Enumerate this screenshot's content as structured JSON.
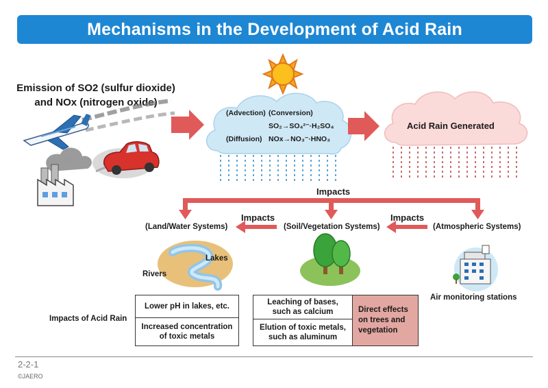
{
  "title": "Mechanisms in the Development of Acid Rain",
  "emission": {
    "line1": "Emission of SO2 (sulfur dioxide)",
    "line2": "and NOx (nitrogen oxide)"
  },
  "cloud": {
    "advection": "(Advection)",
    "conversion": "(Conversion)",
    "so_formula": "SO₂→SO₄²⁻·H₂SO₄",
    "diffusion": "(Diffusion)",
    "nox_formula": "NOx→NO₃⁻·HNO₃"
  },
  "acid_cloud_label": "Acid Rain Generated",
  "impacts_top": "Impacts",
  "impacts_left": "Impacts",
  "impacts_right": "Impacts",
  "systems": {
    "land": "(Land/Water Systems)",
    "soil": "(Soil/Vegetation Systems)",
    "atmo": "(Atmospheric Systems)"
  },
  "landscape": {
    "lakes": "Lakes",
    "rivers": "Rivers"
  },
  "air_monitoring": "Air monitoring stations",
  "impacts_of_acid_rain": "Impacts of Acid Rain",
  "land_boxes": [
    "Lower pH in lakes, etc.",
    "Increased concentration of toxic metals"
  ],
  "soil_boxes": [
    "Leaching of bases, such as calcium",
    "Elution of toxic metals, such as aluminum"
  ],
  "direct_effects": "Direct effects on trees and vegetation",
  "page_number": "2-2-1",
  "copyright": "©JAERO",
  "colors": {
    "banner": "#1e87d4",
    "arrow": "#e05a5a",
    "cloud_blue": "#cfe8f6",
    "cloud_pink": "#fbdada",
    "direct_box": "#e3a7a2"
  }
}
